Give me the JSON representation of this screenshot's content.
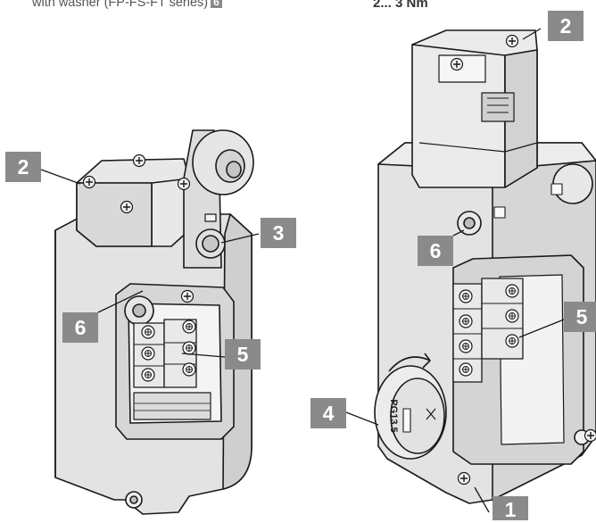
{
  "captions": {
    "left_text": "with washer (FP-FS-FT series)",
    "left_ref": "6",
    "right_text": "2... 3 Nm"
  },
  "callouts": {
    "left_2": "2",
    "left_3": "3",
    "left_6": "6",
    "left_5": "5",
    "right_2": "2",
    "right_6": "6",
    "right_5": "5",
    "right_4": "4",
    "right_1": "1"
  },
  "cap_marking": "PG13.5",
  "colors": {
    "callout_bg": "#8a8a8a",
    "body_fill": "#e2e2e2",
    "outline": "#1a1a1a"
  }
}
